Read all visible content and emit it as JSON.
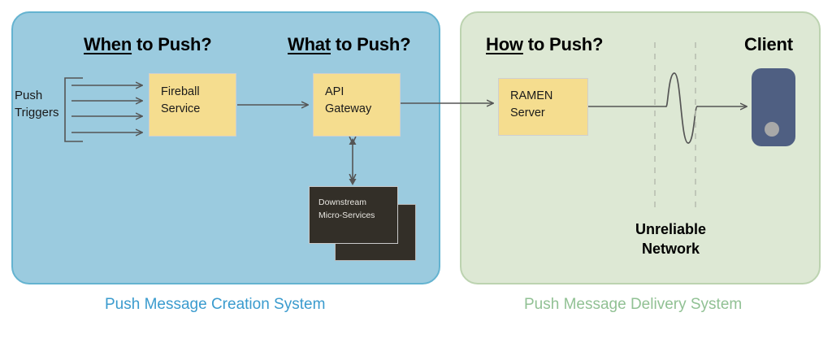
{
  "panels": {
    "creation": {
      "caption": "Push Message Creation System",
      "caption_color": "#3a9bce",
      "fill": "#9bcbdf",
      "border": "#64b3d0"
    },
    "delivery": {
      "caption": "Push Message Delivery System",
      "caption_color": "#91c194",
      "fill": "#dde8d4",
      "border": "#bcd3b0"
    }
  },
  "headings": {
    "when": {
      "underlined": "When",
      "rest": " to Push?"
    },
    "what": {
      "underlined": "What",
      "rest": " to Push?"
    },
    "how": {
      "underlined": "How",
      "rest": " to Push?"
    },
    "client": "Client"
  },
  "nodes": {
    "push_triggers": "Push\nTriggers",
    "fireball": "Fireball\nService",
    "api_gateway": "API\nGateway",
    "downstream": "Downstream\nMicro-Services",
    "ramen": "RAMEN\nServer",
    "unreliable_network": "Unreliable\nNetwork"
  },
  "colors": {
    "service_box": "#f5dd8f",
    "service_box_border": "#cfcfcf",
    "dark_box": "#332f28",
    "dark_box_text": "#e8e6e1",
    "connector": "#555555",
    "dashed_line": "#b8bfb1",
    "client_body": "#4f5f82",
    "client_button": "#a8a8a8"
  },
  "counts": {
    "push_trigger_arrows": 4
  }
}
